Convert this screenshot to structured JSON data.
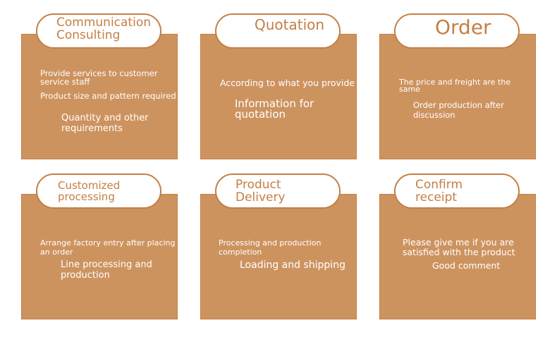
{
  "accent_colors": {
    "card_fill": "#cd935f",
    "border": "#c47f44",
    "pill_fill": "#ffffff",
    "text": "#ffffff"
  },
  "steps": [
    {
      "title": "Communication\nConsulting",
      "lines": [
        "Provide services to customer service staff",
        "Product size and pattern required",
        "Quantity and other requirements"
      ]
    },
    {
      "title": "Quotation",
      "lines": [
        "According to what you provide",
        "Information for quotation"
      ]
    },
    {
      "title": "Order",
      "lines": [
        "The price and freight are the same",
        "Order production after discussion"
      ]
    },
    {
      "title": "Customized\nprocessing",
      "lines": [
        "Arrange factory entry after placing an order",
        "Line processing and production"
      ]
    },
    {
      "title": "Product\nDelivery",
      "lines": [
        "Processing and production completion",
        "Loading and shipping"
      ]
    },
    {
      "title": "Confirm\nreceipt",
      "lines": [
        "Please give me if you are satisfied with the product",
        "Good comment"
      ]
    }
  ]
}
